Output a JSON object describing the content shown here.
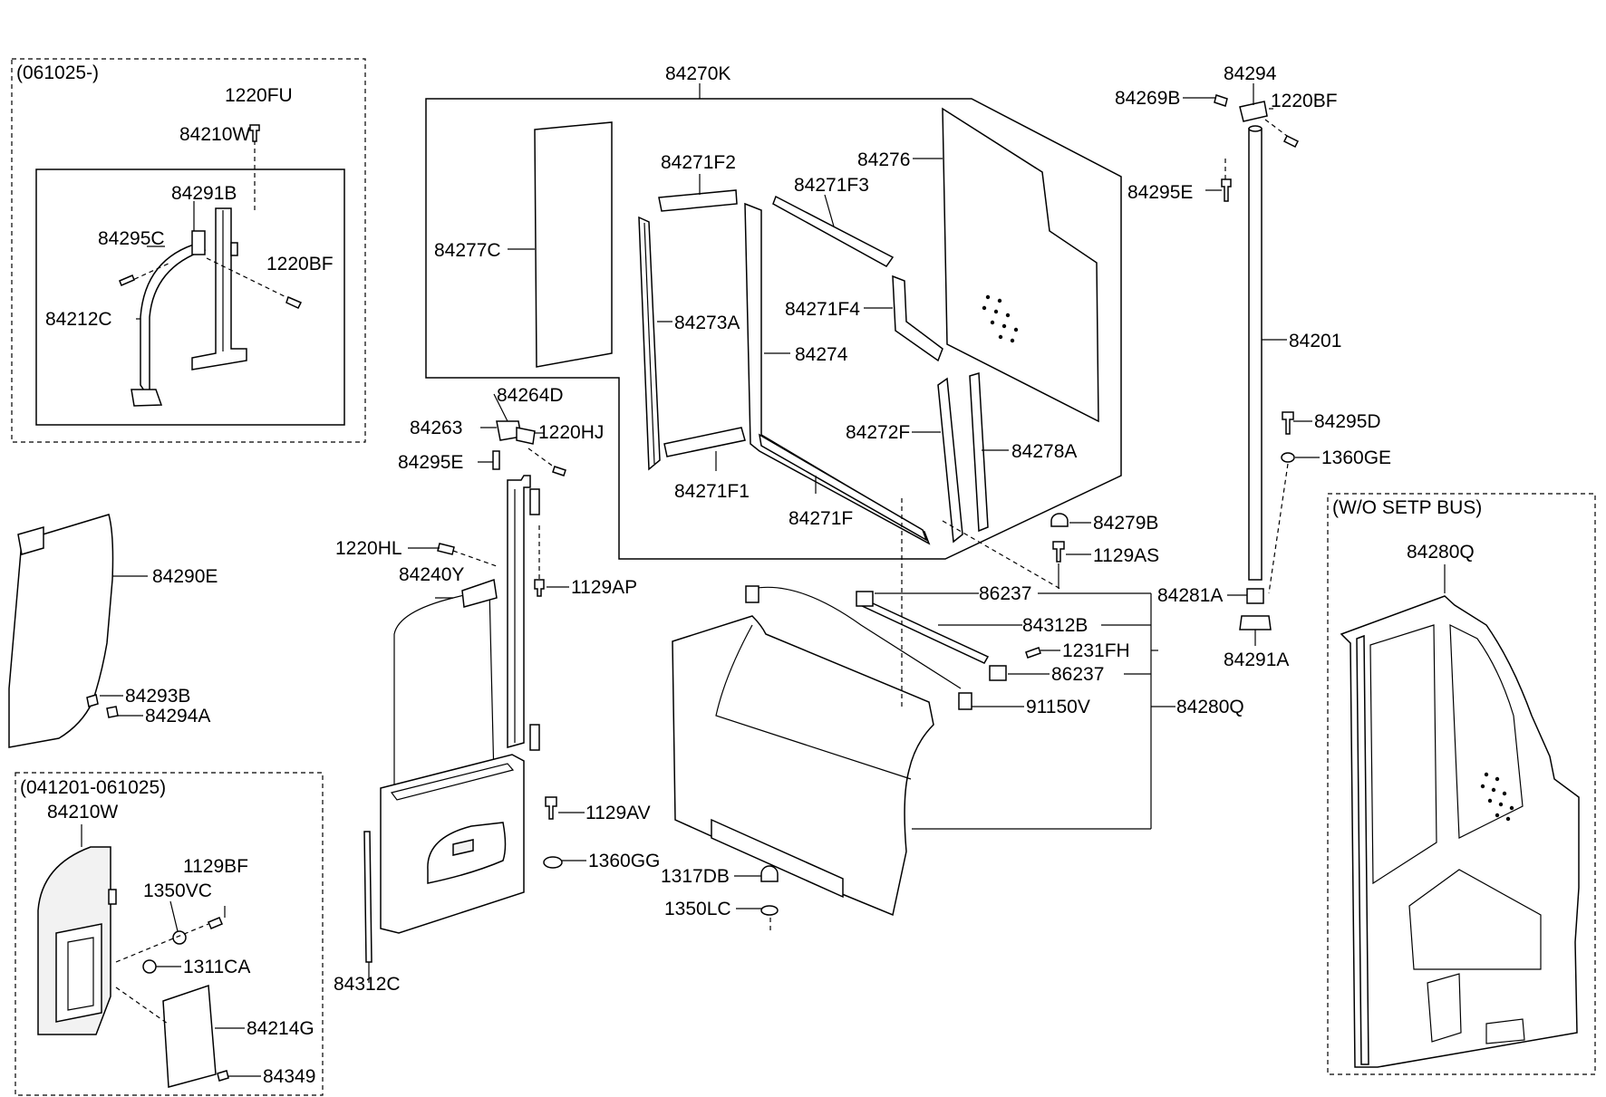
{
  "groups": {
    "g1": "(061025-)",
    "g2": "(041201-061025)",
    "g3": "(W/O SETP BUS)"
  },
  "labels": {
    "p84270K": "84270K",
    "p1220FU": "1220FU",
    "p84210W_a": "84210W",
    "p84291B": "84291B",
    "p84295C": "84295C",
    "p1220BF_a": "1220BF",
    "p84212C": "84212C",
    "p84271F2": "84271F2",
    "p84276": "84276",
    "p84271F3": "84271F3",
    "p84277C": "84277C",
    "p84271F4": "84271F4",
    "p84273A": "84273A",
    "p84274": "84274",
    "p84264D": "84264D",
    "p84263": "84263",
    "p1220HJ": "1220HJ",
    "p84295E_a": "84295E",
    "p84272F": "84272F",
    "p84278A": "84278A",
    "p84271F1": "84271F1",
    "p84271F": "84271F",
    "p84294": "84294",
    "p84269B": "84269B",
    "p1220BF_b": "1220BF",
    "p84295E_b": "84295E",
    "p84201": "84201",
    "p84295D": "84295D",
    "p1360GE": "1360GE",
    "p84279B": "84279B",
    "p1129AS": "1129AS",
    "p84290E": "84290E",
    "p1220HL": "1220HL",
    "p84240Y": "84240Y",
    "p1129AP": "1129AP",
    "p86237_a": "86237",
    "p84281A": "84281A",
    "p84312B": "84312B",
    "p1231FH": "1231FH",
    "p86237_b": "86237",
    "p84291A": "84291A",
    "p91150V": "91150V",
    "p84280Q_a": "84280Q",
    "p84280Q_b": "84280Q",
    "p84293B": "84293B",
    "p84294A": "84294A",
    "p84210W_b": "84210W",
    "p1129AV": "1129AV",
    "p1129BF": "1129BF",
    "p1360GG": "1360GG",
    "p1350VC": "1350VC",
    "p1317DB": "1317DB",
    "p1350LC": "1350LC",
    "p1311CA": "1311CA",
    "p84214G": "84214G",
    "p84312C": "84312C",
    "p84349": "84349"
  }
}
